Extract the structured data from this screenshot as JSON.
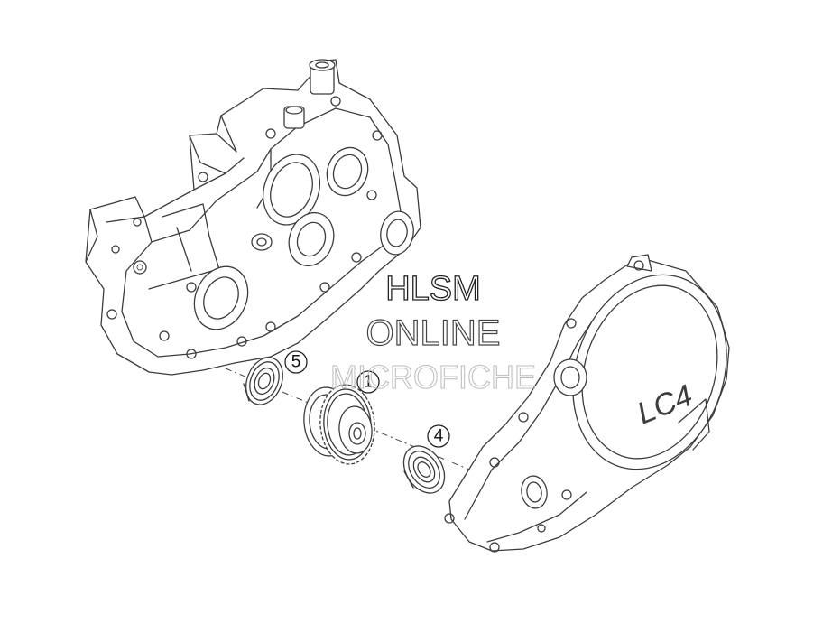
{
  "watermark": {
    "line1": "HLSM",
    "line2": "ONLINE",
    "line3": "MICROFICHE"
  },
  "callouts": [
    {
      "label": "5",
      "part": "bearing-left"
    },
    {
      "label": "1",
      "part": "gear-hub"
    },
    {
      "label": "4",
      "part": "bearing-right"
    }
  ],
  "cover_marking": "LC4",
  "colors": {
    "line": "#3c3c3c",
    "background": "#ffffff",
    "watermark_outline": "#222222",
    "watermark_faint": "#bbbbbb"
  }
}
